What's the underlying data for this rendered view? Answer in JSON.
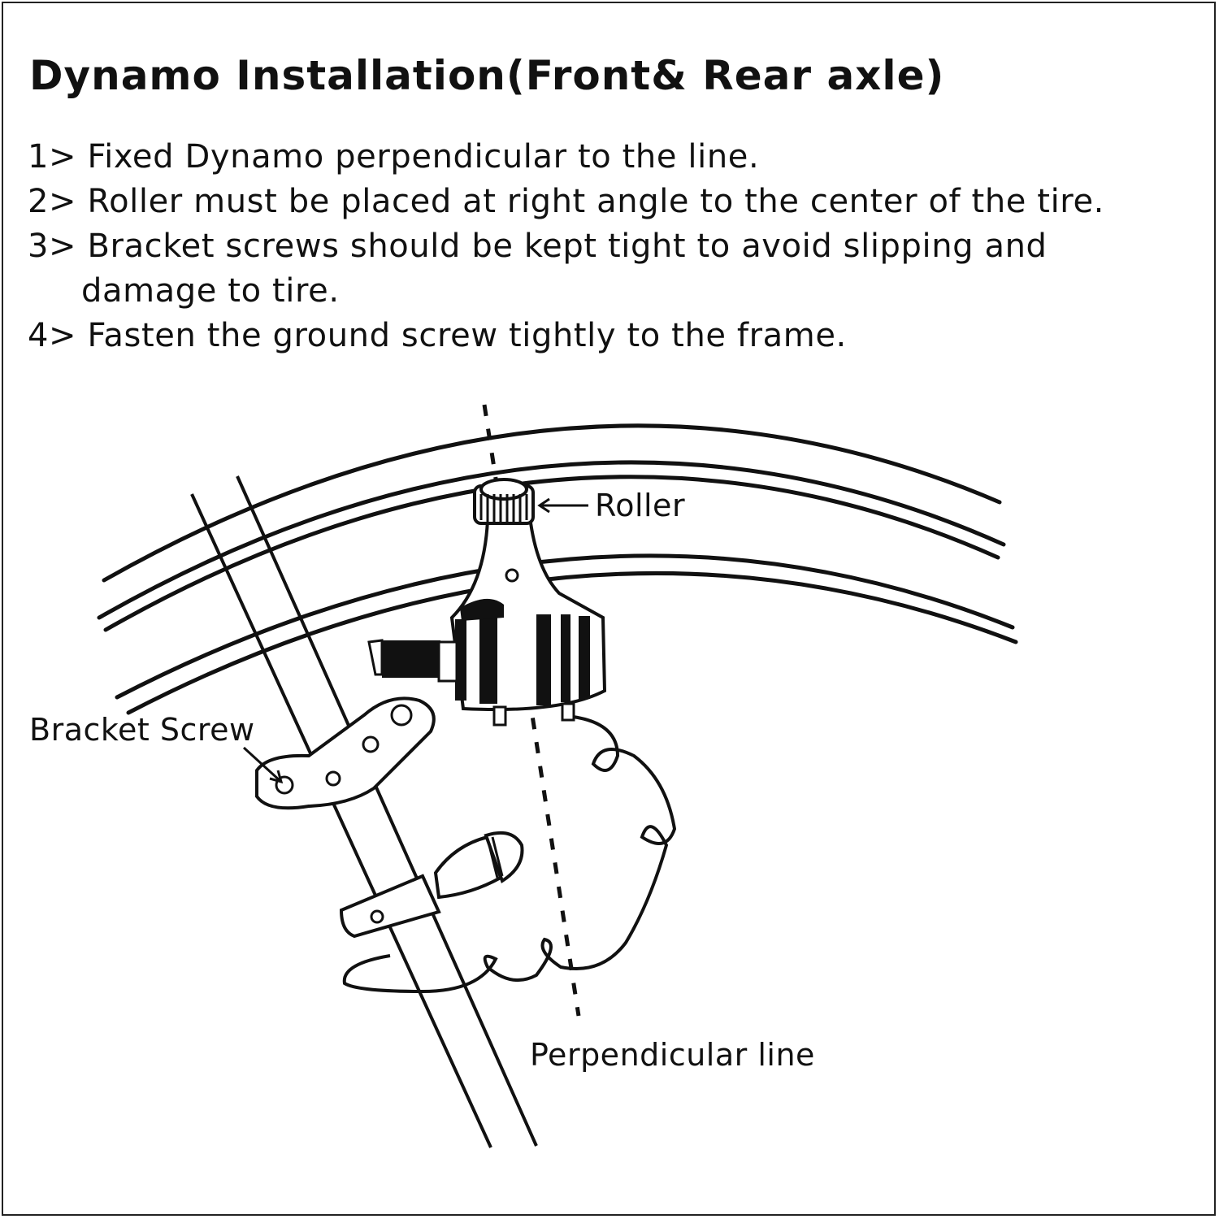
{
  "title": "Dynamo Installation(Front& Rear axle)",
  "steps": [
    "1> Fixed Dynamo perpendicular to the line.",
    "2> Roller must be placed at right angle to the center of the tire.",
    "3> Bracket screws should be kept tight to avoid slipping and",
    "damage to tire.",
    "4> Fasten the ground screw tightly to the frame."
  ],
  "labels": {
    "roller": "Roller",
    "bracket_screw": "Bracket Screw",
    "perpendicular_line": "Perpendicular line"
  }
}
